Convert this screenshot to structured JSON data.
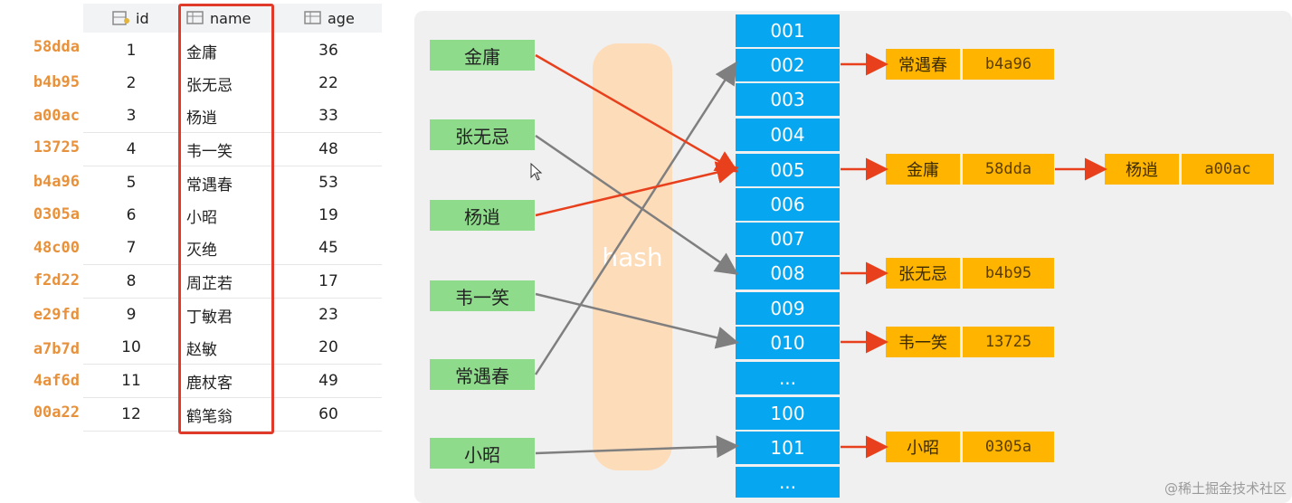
{
  "table": {
    "headers": {
      "id": "id",
      "name": "name",
      "age": "age"
    },
    "hashes": [
      "58dda",
      "b4b95",
      "a00ac",
      "13725",
      "b4a96",
      "0305a",
      "48c00",
      "f2d22",
      "e29fd",
      "a7b7d",
      "4af6d",
      "00a22"
    ],
    "rows": [
      {
        "id": "1",
        "name": "金庸",
        "age": "36"
      },
      {
        "id": "2",
        "name": "张无忌",
        "age": "22"
      },
      {
        "id": "3",
        "name": "杨逍",
        "age": "33"
      },
      {
        "id": "4",
        "name": "韦一笑",
        "age": "48"
      },
      {
        "id": "5",
        "name": "常遇春",
        "age": "53"
      },
      {
        "id": "6",
        "name": "小昭",
        "age": "19"
      },
      {
        "id": "7",
        "name": "灭绝",
        "age": "45"
      },
      {
        "id": "8",
        "name": "周芷若",
        "age": "17"
      },
      {
        "id": "9",
        "name": "丁敏君",
        "age": "23"
      },
      {
        "id": "10",
        "name": "赵敏",
        "age": "20"
      },
      {
        "id": "11",
        "name": "鹿杖客",
        "age": "49"
      },
      {
        "id": "12",
        "name": "鹤笔翁",
        "age": "60"
      }
    ]
  },
  "diagram": {
    "keys": [
      "金庸",
      "张无忌",
      "杨逍",
      "韦一笑",
      "常遇春",
      "小昭"
    ],
    "hash_label": "hash",
    "buckets": [
      "001",
      "002",
      "003",
      "004",
      "005",
      "006",
      "007",
      "008",
      "009",
      "010",
      "...",
      "100",
      "101",
      "..."
    ],
    "entries": [
      {
        "name": "常遇春",
        "hash": "b4a96"
      },
      {
        "name": "金庸",
        "hash": "58dda"
      },
      {
        "name": "杨逍",
        "hash": "a00ac"
      },
      {
        "name": "张无忌",
        "hash": "b4b95"
      },
      {
        "name": "韦一笑",
        "hash": "13725"
      },
      {
        "name": "小昭",
        "hash": "0305a"
      }
    ],
    "colors": {
      "key_box": "#8fdb8c",
      "bucket": "#06a7f0",
      "entry": "#ffb400",
      "arrow_red": "#e8401c",
      "arrow_gray": "#7f7f7f"
    }
  },
  "watermark": "@稀土掘金技术社区"
}
